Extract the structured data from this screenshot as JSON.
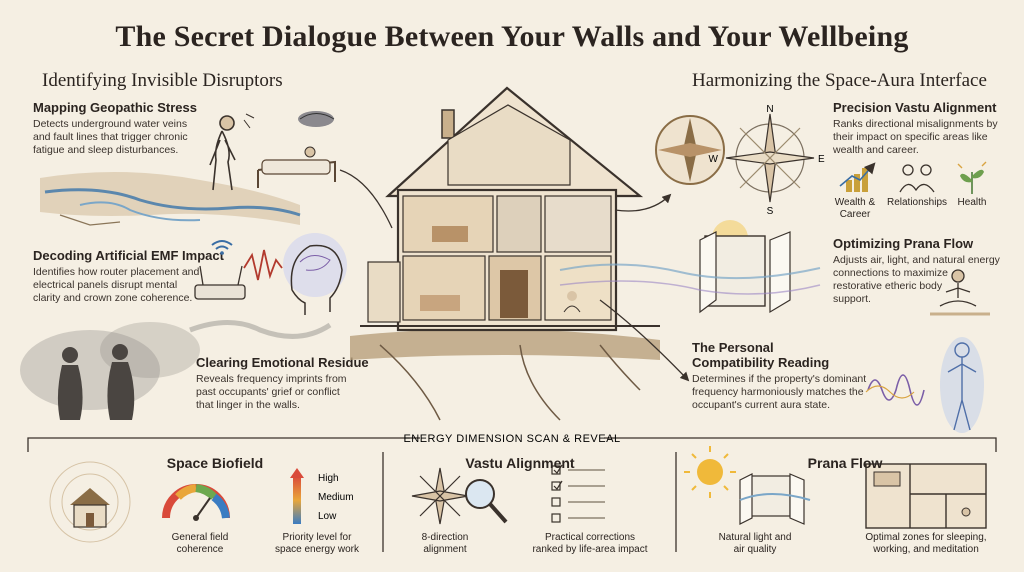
{
  "title": "The Secret Dialogue Between Your Walls and Your Wellbeing",
  "left_heading": "Identifying Invisible Disruptors",
  "right_heading": "Harmonizing the Space-Aura Interface",
  "left_items": [
    {
      "title": "Mapping Geopathic Stress",
      "body_lines": [
        "Detects underground water veins",
        "and fault lines that trigger chronic",
        "fatigue and sleep disturbances."
      ]
    },
    {
      "title": "Decoding Artificial EMF Impact",
      "body_lines": [
        "Identifies how router placement and",
        "electrical panels disrupt mental",
        "clarity and crown zone coherence."
      ]
    },
    {
      "title": "Clearing Emotional Residue",
      "body_lines": [
        "Reveals frequency imprints from",
        "past occupants' grief or conflict",
        "that linger in the walls."
      ]
    }
  ],
  "right_items": [
    {
      "title": "Precision Vastu Alignment",
      "body_lines": [
        "Ranks directional misalignments by",
        "their impact on specific areas like",
        "wealth and career."
      ]
    },
    {
      "title": "Optimizing Prana Flow",
      "body_lines": [
        "Adjusts air, light, and natural energy",
        "connections to maximize",
        "restorative etheric body",
        "support."
      ]
    },
    {
      "title_lines": [
        "The Personal",
        "Compatibility Reading"
      ],
      "body_lines": [
        "Determines if the property's dominant",
        "frequency harmoniously matches the",
        "occupant's current aura state."
      ]
    }
  ],
  "vastu_icons": [
    {
      "label_lines": [
        "Wealth &",
        "Career"
      ]
    },
    {
      "label_lines": [
        "Relationships"
      ]
    },
    {
      "label_lines": [
        "Health"
      ]
    }
  ],
  "compass_letters": {
    "n": "N",
    "s": "S",
    "e": "E",
    "w": "W"
  },
  "scan_label": "ENERGY DIMENSION SCAN & REVEAL",
  "panels": [
    {
      "title": "Space Biofield",
      "captions": [
        {
          "lines": [
            "General field",
            "coherence"
          ]
        },
        {
          "lines": [
            "Priority level for",
            "space energy work"
          ]
        }
      ],
      "levels": [
        "High",
        "Medium",
        "Low"
      ]
    },
    {
      "title": "Vastu Alignment",
      "captions": [
        {
          "lines": [
            "8-direction",
            "alignment"
          ]
        },
        {
          "lines": [
            "Practical corrections",
            "ranked by life-area impact"
          ]
        }
      ]
    },
    {
      "title": "Prana Flow",
      "captions": [
        {
          "lines": [
            "Natural light and",
            "air quality"
          ]
        },
        {
          "lines": [
            "Optimal zones for sleeping,",
            "working, and meditation"
          ]
        }
      ]
    }
  ],
  "colors": {
    "background": "#f5efe3",
    "ink": "#2b2420",
    "accent_gold": "#d9a441",
    "accent_blue": "#7aa6c8",
    "accent_purple": "#9b85c4"
  }
}
